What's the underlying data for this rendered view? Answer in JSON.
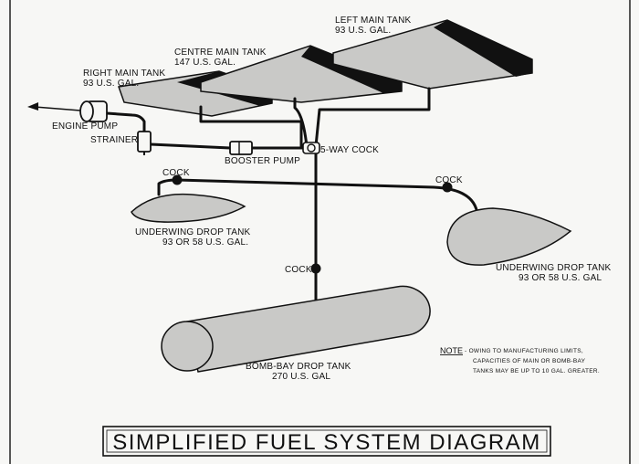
{
  "tanks": {
    "left_main": {
      "name": "LEFT MAIN TANK",
      "capacity": "93 U.S. GAL."
    },
    "centre_main": {
      "name": "CENTRE MAIN TANK",
      "capacity": "147 U.S. GAL."
    },
    "right_main": {
      "name": "RIGHT MAIN TANK",
      "capacity": "93 U.S. GAL."
    },
    "underwing_left": {
      "name": "UNDERWING DROP TANK",
      "capacity": "93 OR 58 U.S. GAL."
    },
    "underwing_right": {
      "name": "UNDERWING DROP TANK",
      "capacity": "93 OR 58 U.S. GAL"
    },
    "bomb_bay": {
      "name": "BOMB-BAY DROP TANK",
      "capacity": "270 U.S. GAL"
    }
  },
  "components": {
    "engine_pump": "ENGINE PUMP",
    "strainer": "STRAINER",
    "booster_pump": "BOOSTER PUMP",
    "five_way_cock": "5-WAY COCK",
    "cock": "COCK"
  },
  "note": {
    "label": "NOTE",
    "line1": "- OWING TO MANUFACTURING LIMITS,",
    "line2": "CAPACITIES OF MAIN OR BOMB-BAY",
    "line3": "TANKS MAY BE UP TO 10 GAL. GREATER."
  },
  "title": "SIMPLIFIED FUEL SYSTEM DIAGRAM",
  "colors": {
    "tank_fill": "#c9c9c7",
    "line": "#111111",
    "background": "#f7f7f5"
  }
}
